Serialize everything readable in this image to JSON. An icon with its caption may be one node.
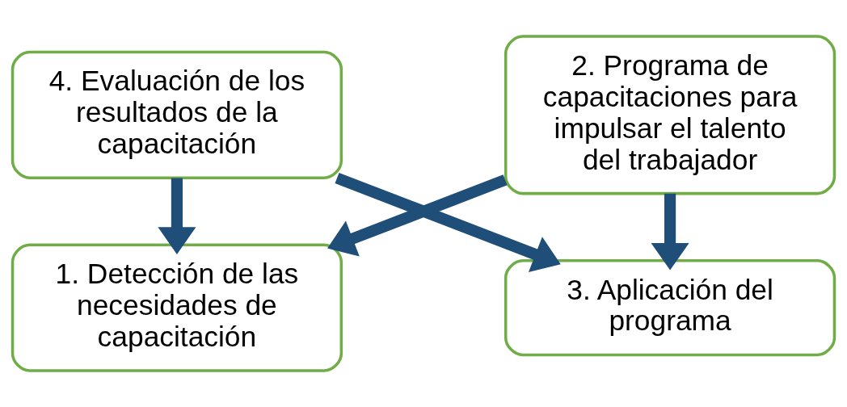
{
  "diagram": {
    "nodes": [
      {
        "text": [
          "1. Detección de las necesidades de capacitación"
        ]
      },
      {
        "text": [
          "4. Evaluación de los resultados de la capacitación"
        ]
      },
      {
        "text": [
          "2. Programa de capacitaciones para impulsar el talento del trabajador"
        ]
      },
      {
        "text": [
          "3. Aplicación del programa"
        ]
      }
    ],
    "edges": [
      {
        "from": 1,
        "to": 0,
        "arrow": "to"
      },
      {
        "from": 2,
        "to": 0,
        "arrow": "to"
      },
      {
        "from": 2,
        "to": 3,
        "arrow": "to"
      },
      {
        "from": 1,
        "to": 3,
        "arrow": "to"
      }
    ]
  }
}
